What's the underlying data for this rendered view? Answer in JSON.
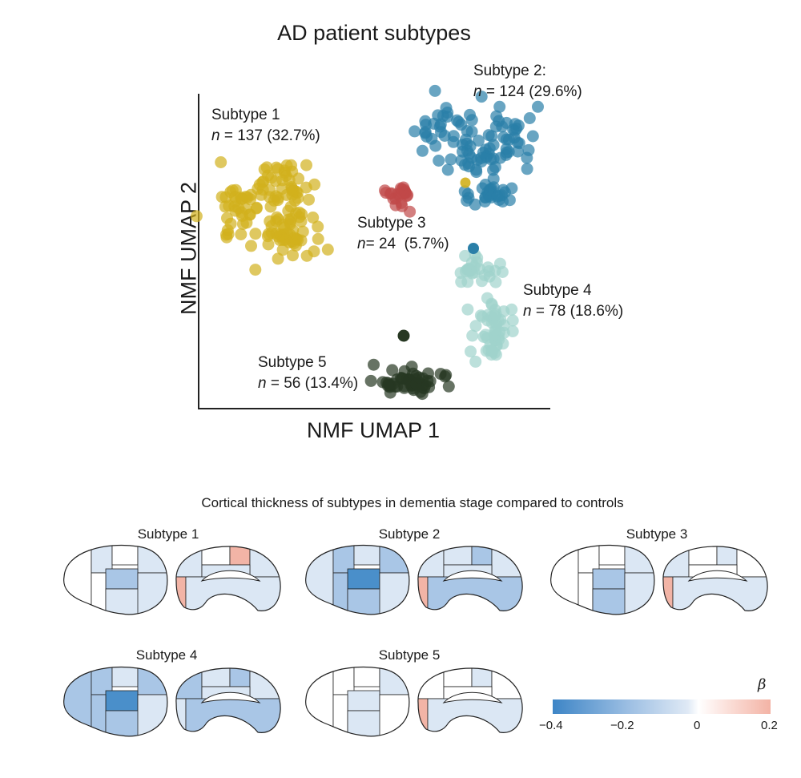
{
  "header": {
    "title": "AD patient subtypes",
    "section_title": "Cortical thickness of subtypes in dementia stage compared to controls"
  },
  "chart_data": [
    {
      "type": "scatter",
      "title": "AD patient subtypes",
      "xlabel": "NMF UMAP 1",
      "ylabel": "NMF UMAP 2",
      "grid": false,
      "legend": "none",
      "clusters": [
        {
          "label": "Subtype 1",
          "n_text": "= 137 (32.7%)",
          "n": 137,
          "percent": 32.7,
          "color": "#d2b01c"
        },
        {
          "label": "Subtype 2:",
          "n_text": "= 124 (29.6%)",
          "n": 124,
          "percent": 29.6,
          "color": "#2a7fa8"
        },
        {
          "label": "Subtype 3",
          "n_text": "= 24  (5.7%)",
          "n": 24,
          "percent": 5.7,
          "color": "#c04848"
        },
        {
          "label": "Subtype 4",
          "n_text": "= 78 (18.6%)",
          "n": 78,
          "percent": 18.6,
          "color": "#9fd3cc"
        },
        {
          "label": "Subtype 5",
          "n_text": "= 56 (13.4%)",
          "n": 56,
          "percent": 13.4,
          "color": "#273822"
        }
      ]
    },
    {
      "type": "heatmap",
      "title": "Cortical thickness of subtypes in dementia stage compared to controls",
      "panels": [
        "Subtype 1",
        "Subtype 2",
        "Subtype 3",
        "Subtype 4",
        "Subtype 5"
      ],
      "colorbar": {
        "label": "β",
        "min": -0.4,
        "max": 0.2,
        "ticks": [
          "−0.4",
          "−0.2",
          "0",
          "0.2"
        ]
      }
    }
  ],
  "colors": {
    "neg_strong": "#4a8fca",
    "neg_mid": "#a9c6e6",
    "neg_light": "#dbe7f4",
    "neutral": "#ffffff",
    "pos": "#f2b4a6"
  }
}
